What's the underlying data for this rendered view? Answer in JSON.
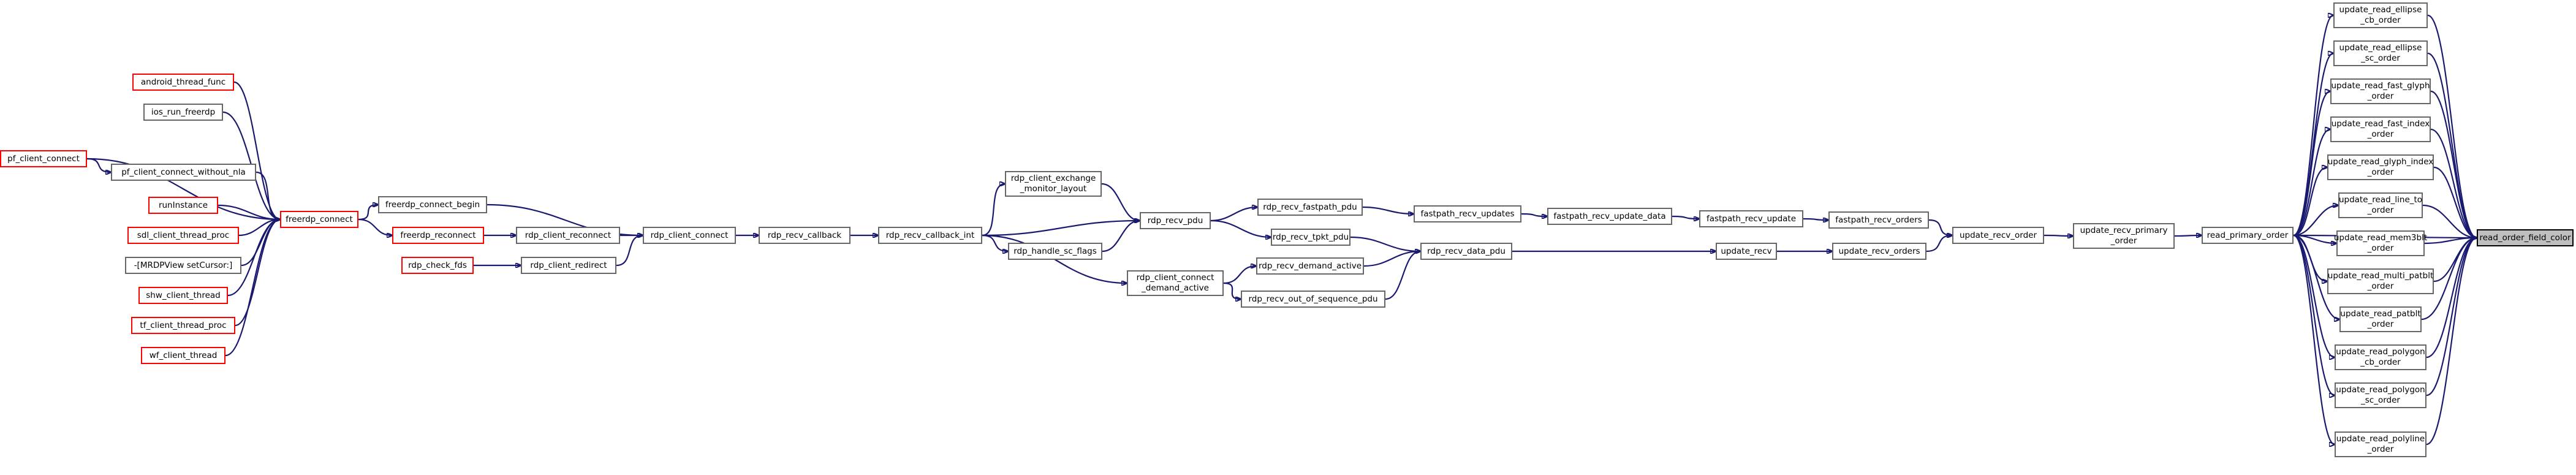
{
  "colors": {
    "edge": "#191970",
    "node_border": "#666666",
    "truncated_border": "#ff0000",
    "root_fill": "#bfbfbf"
  },
  "nodes": {
    "n00": {
      "label": "android_thread_func",
      "style": "trunc"
    },
    "n01": {
      "label": "ios_run_freerdp",
      "style": ""
    },
    "n02": {
      "label": "pf_client_connect",
      "style": "trunc"
    },
    "n03": {
      "label": "pf_client_connect_without_nla",
      "style": ""
    },
    "n04": {
      "label": "runInstance",
      "style": "trunc"
    },
    "n05": {
      "label": "sdl_client_thread_proc",
      "style": "trunc"
    },
    "n06": {
      "label": "-[MRDPView setCursor:]",
      "style": ""
    },
    "n07": {
      "label": "shw_client_thread",
      "style": "trunc"
    },
    "n08": {
      "label": "tf_client_thread_proc",
      "style": "trunc"
    },
    "n09": {
      "label": "wf_client_thread",
      "style": "trunc"
    },
    "n10": {
      "label": "freerdp_connect",
      "style": "trunc"
    },
    "n11": {
      "label": "freerdp_connect_begin",
      "style": ""
    },
    "n12": {
      "label": "freerdp_reconnect",
      "style": "trunc"
    },
    "n13": {
      "label": "rdp_check_fds",
      "style": "trunc"
    },
    "n14": {
      "label": "rdp_client_reconnect",
      "style": ""
    },
    "n15": {
      "label": "rdp_client_redirect",
      "style": ""
    },
    "n16": {
      "label": "rdp_client_connect",
      "style": ""
    },
    "n17": {
      "label": "rdp_recv_callback",
      "style": ""
    },
    "n18": {
      "label": "rdp_recv_callback_int",
      "style": ""
    },
    "n19": {
      "label": "rdp_client_exchange\n_monitor_layout",
      "style": ""
    },
    "n20": {
      "label": "rdp_handle_sc_flags",
      "style": ""
    },
    "n21": {
      "label": "rdp_client_connect\n_demand_active",
      "style": ""
    },
    "n22": {
      "label": "rdp_recv_pdu",
      "style": ""
    },
    "n23": {
      "label": "rdp_recv_fastpath_pdu",
      "style": ""
    },
    "n24": {
      "label": "rdp_recv_tpkt_pdu",
      "style": ""
    },
    "n25": {
      "label": "rdp_recv_demand_active",
      "style": ""
    },
    "n26": {
      "label": "rdp_recv_out_of_sequence_pdu",
      "style": ""
    },
    "n27": {
      "label": "fastpath_recv_updates",
      "style": ""
    },
    "n28": {
      "label": "rdp_recv_data_pdu",
      "style": ""
    },
    "n29": {
      "label": "fastpath_recv_update_data",
      "style": ""
    },
    "n30": {
      "label": "fastpath_recv_update",
      "style": ""
    },
    "n31": {
      "label": "update_recv",
      "style": ""
    },
    "n32": {
      "label": "fastpath_recv_orders",
      "style": ""
    },
    "n33": {
      "label": "update_recv_orders",
      "style": ""
    },
    "n34": {
      "label": "update_recv_order",
      "style": ""
    },
    "n35": {
      "label": "update_recv_primary\n_order",
      "style": ""
    },
    "n36": {
      "label": "read_primary_order",
      "style": ""
    },
    "n37": {
      "label": "update_read_ellipse\n_cb_order",
      "style": ""
    },
    "n38": {
      "label": "update_read_ellipse\n_sc_order",
      "style": ""
    },
    "n39": {
      "label": "update_read_fast_glyph\n_order",
      "style": ""
    },
    "n40": {
      "label": "update_read_fast_index\n_order",
      "style": ""
    },
    "n41": {
      "label": "update_read_glyph_index\n_order",
      "style": ""
    },
    "n42": {
      "label": "update_read_line_to\n_order",
      "style": ""
    },
    "n43": {
      "label": "update_read_mem3blt\n_order",
      "style": ""
    },
    "n44": {
      "label": "update_read_multi_patblt\n_order",
      "style": ""
    },
    "n45": {
      "label": "update_read_patblt\n_order",
      "style": ""
    },
    "n46": {
      "label": "update_read_polygon\n_cb_order",
      "style": ""
    },
    "n47": {
      "label": "update_read_polygon\n_sc_order",
      "style": ""
    },
    "n48": {
      "label": "update_read_polyline\n_order",
      "style": ""
    },
    "n49": {
      "label": "read_order_field_color",
      "style": "root"
    }
  },
  "edges": [
    [
      "n00",
      "n10"
    ],
    [
      "n01",
      "n10"
    ],
    [
      "n02",
      "n10"
    ],
    [
      "n02",
      "n03"
    ],
    [
      "n03",
      "n10"
    ],
    [
      "n04",
      "n10"
    ],
    [
      "n05",
      "n10"
    ],
    [
      "n06",
      "n10"
    ],
    [
      "n07",
      "n10"
    ],
    [
      "n08",
      "n10"
    ],
    [
      "n09",
      "n10"
    ],
    [
      "n10",
      "n11"
    ],
    [
      "n10",
      "n12"
    ],
    [
      "n12",
      "n14"
    ],
    [
      "n13",
      "n15"
    ],
    [
      "n11",
      "n16"
    ],
    [
      "n14",
      "n16"
    ],
    [
      "n15",
      "n16"
    ],
    [
      "n16",
      "n17"
    ],
    [
      "n17",
      "n18"
    ],
    [
      "n18",
      "n19"
    ],
    [
      "n18",
      "n22"
    ],
    [
      "n18",
      "n20"
    ],
    [
      "n18",
      "n21"
    ],
    [
      "n19",
      "n22"
    ],
    [
      "n20",
      "n22"
    ],
    [
      "n22",
      "n23"
    ],
    [
      "n22",
      "n24"
    ],
    [
      "n21",
      "n25"
    ],
    [
      "n21",
      "n26"
    ],
    [
      "n23",
      "n27"
    ],
    [
      "n24",
      "n28"
    ],
    [
      "n25",
      "n28"
    ],
    [
      "n26",
      "n28"
    ],
    [
      "n27",
      "n29"
    ],
    [
      "n29",
      "n30"
    ],
    [
      "n30",
      "n32"
    ],
    [
      "n28",
      "n31"
    ],
    [
      "n31",
      "n33"
    ],
    [
      "n32",
      "n34"
    ],
    [
      "n33",
      "n34"
    ],
    [
      "n34",
      "n35"
    ],
    [
      "n35",
      "n36"
    ],
    [
      "n36",
      "n37"
    ],
    [
      "n36",
      "n38"
    ],
    [
      "n36",
      "n39"
    ],
    [
      "n36",
      "n40"
    ],
    [
      "n36",
      "n41"
    ],
    [
      "n36",
      "n42"
    ],
    [
      "n36",
      "n43"
    ],
    [
      "n36",
      "n44"
    ],
    [
      "n36",
      "n45"
    ],
    [
      "n36",
      "n46"
    ],
    [
      "n36",
      "n47"
    ],
    [
      "n36",
      "n48"
    ],
    [
      "n36",
      "n49"
    ],
    [
      "n37",
      "n49"
    ],
    [
      "n38",
      "n49"
    ],
    [
      "n39",
      "n49"
    ],
    [
      "n40",
      "n49"
    ],
    [
      "n41",
      "n49"
    ],
    [
      "n42",
      "n49"
    ],
    [
      "n43",
      "n49"
    ],
    [
      "n44",
      "n49"
    ],
    [
      "n45",
      "n49"
    ],
    [
      "n46",
      "n49"
    ],
    [
      "n47",
      "n49"
    ],
    [
      "n48",
      "n49"
    ]
  ]
}
